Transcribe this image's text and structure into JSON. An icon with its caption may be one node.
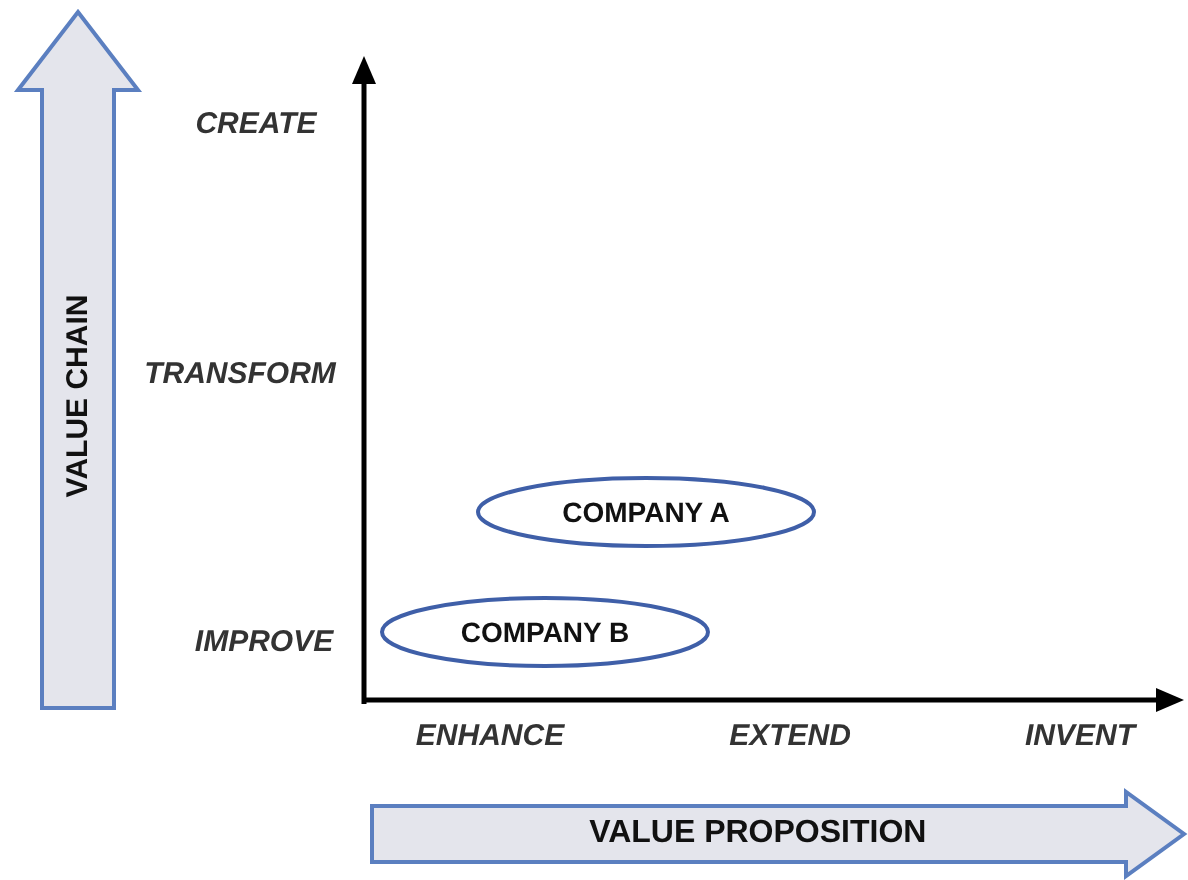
{
  "diagram": {
    "nodes": [
      {
        "text": [
          "VALUE CHAIN"
        ]
      },
      {
        "text": [
          "COMPANY A"
        ]
      },
      {
        "text": [
          "COMPANY B"
        ]
      },
      {
        "text": [
          "VALUE PROPOSITION"
        ]
      }
    ],
    "labels": [
      "CREATE",
      "TRANSFORM",
      "IMPROVE",
      "ENHANCE",
      "EXTEND",
      "INVENT"
    ]
  }
}
